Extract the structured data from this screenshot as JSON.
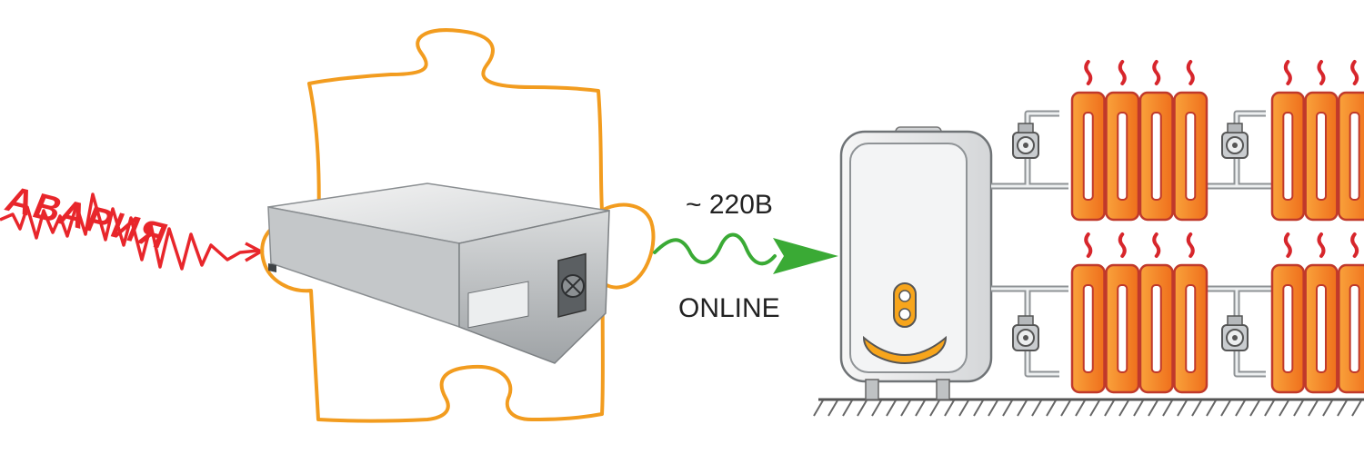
{
  "labels": {
    "alarm": "АВАРИЯ",
    "voltage": "~ 220В",
    "mode": "ONLINE"
  },
  "icons": {
    "alarm_wave": "red-zigzag-line",
    "puzzle": "puzzle-piece-outline",
    "ups_unit": "ups-box",
    "power_wave": "green-wavy-arrow",
    "boiler": "gas-boiler",
    "pumps": "circulation-pump-icon",
    "radiators": "cast-iron-radiator",
    "heat": "heat-wave-icon",
    "ground": "hatched-floor"
  },
  "colors": {
    "alarm": "#e8262b",
    "puzzle": "#f29c1f",
    "power": "#3aaa35",
    "radiator_fill": "#f58a1f",
    "radiator_stroke": "#c0392b",
    "heat": "#d7262c",
    "boiler_body": "#e9eaec",
    "boiler_smile": "#f7a51c"
  }
}
